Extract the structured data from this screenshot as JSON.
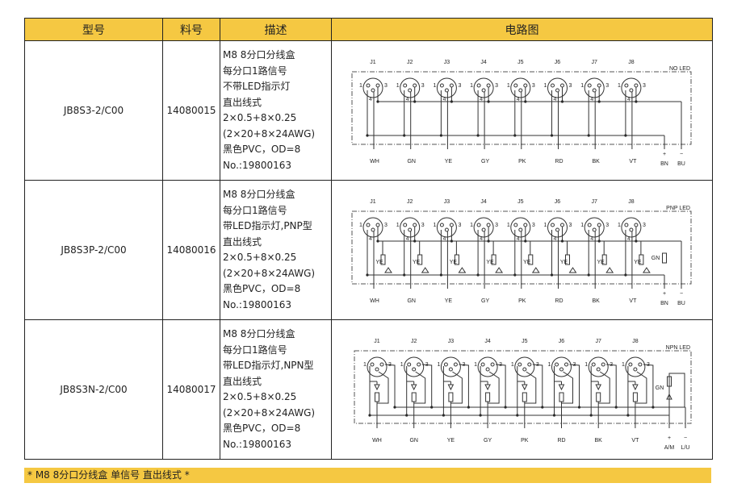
{
  "header": {
    "model": "型号",
    "part_no": "料号",
    "description": "描述",
    "circuit": "电路图"
  },
  "rows": [
    {
      "model": "JB8S3-2/C00",
      "part_no": "14080015",
      "desc": [
        "M8 8分口分线盒",
        "每分口1路信号",
        "不带LED指示灯",
        "直出线式",
        "2×0.5+8×0.25",
        "(2×20+8×24AWG)",
        "黑色PVC，OD=8",
        "No.:19800163"
      ],
      "diagram": {
        "type": "noled",
        "label": "NO LED",
        "ports": [
          "J1",
          "J2",
          "J3",
          "J4",
          "J5",
          "J6",
          "J7",
          "J8"
        ],
        "wires": [
          "WH",
          "GN",
          "YE",
          "GY",
          "PK",
          "RD",
          "BK",
          "VT"
        ],
        "power": [
          "BN",
          "BU"
        ],
        "power_signs": [
          "+",
          "−"
        ]
      }
    },
    {
      "model": "JB8S3P-2/C00",
      "part_no": "14080016",
      "desc": [
        "M8 8分口分线盒",
        "每分口1路信号",
        "带LED指示灯,PNP型",
        "直出线式",
        "2×0.5+8×0.25",
        "(2×20+8×24AWG)",
        "黑色PVC，OD=8",
        "No.:19800163"
      ],
      "diagram": {
        "type": "pnp",
        "label": "PNP LED",
        "ports": [
          "J1",
          "J2",
          "J3",
          "J4",
          "J5",
          "J6",
          "J7",
          "J8"
        ],
        "wires": [
          "WH",
          "GN",
          "YE",
          "GY",
          "PK",
          "RD",
          "BK",
          "VT"
        ],
        "power": [
          "BN",
          "BU"
        ],
        "power_signs": [
          "+",
          "−"
        ],
        "led_label": "YE",
        "power_led": "GN"
      }
    },
    {
      "model": "JB8S3N-2/C00",
      "part_no": "14080017",
      "desc": [
        "M8 8分口分线盒",
        "每分口1路信号",
        "带LED指示灯,NPN型",
        "直出线式",
        "2×0.5+8×0.25",
        "(2×20+8×24AWG)",
        "黑色PVC，OD=8",
        "No.:19800163"
      ],
      "diagram": {
        "type": "npn",
        "label": "NPN LED",
        "ports": [
          "J1",
          "J2",
          "J3",
          "J4",
          "J5",
          "J6",
          "J7",
          "J8"
        ],
        "wires": [
          "WH",
          "GN",
          "YE",
          "GY",
          "PK",
          "RD",
          "BK",
          "VT"
        ],
        "power": [
          "A/M",
          "L/U"
        ],
        "power_signs": [
          "+",
          "−"
        ],
        "power_led": "GN"
      }
    }
  ],
  "footer": "* M8 8分口分线盒 单信号 直出线式 *"
}
